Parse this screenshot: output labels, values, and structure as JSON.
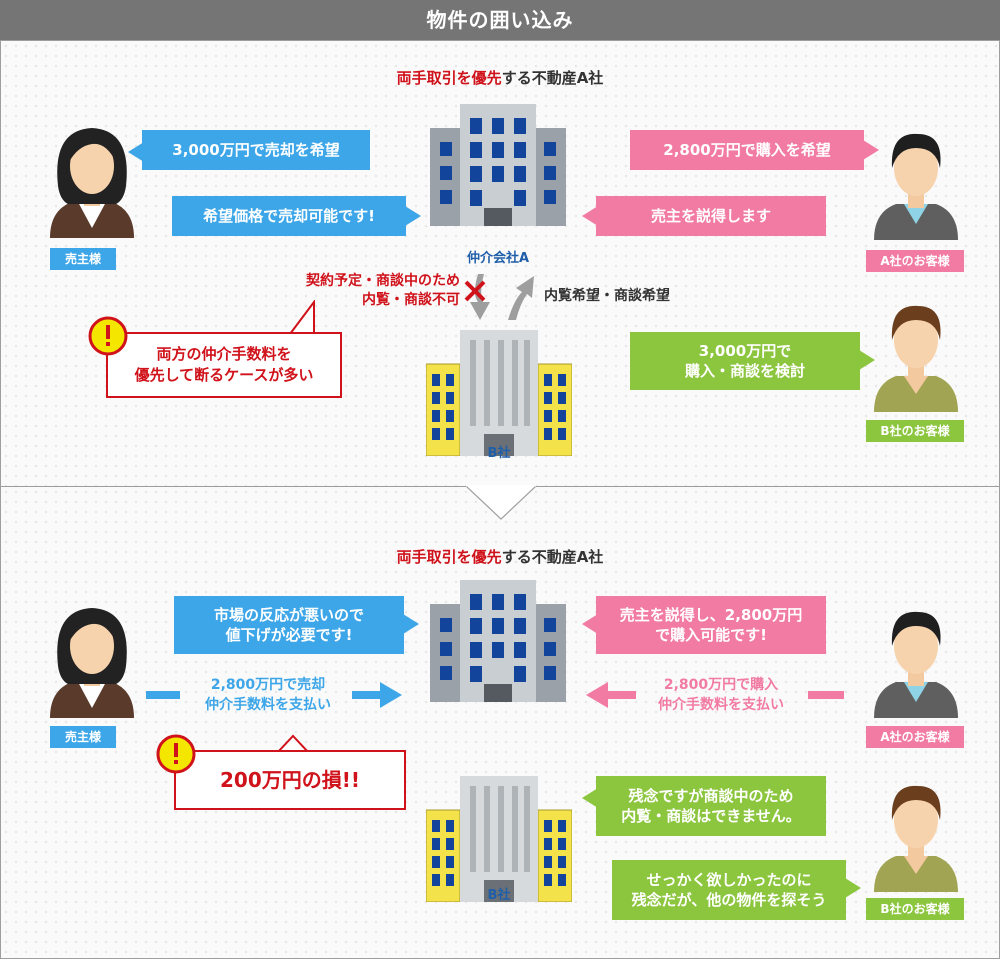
{
  "header": {
    "title": "物件の囲い込み"
  },
  "agency_title": {
    "highlight": "両手取引を優先",
    "rest": "する不動産A社"
  },
  "labels": {
    "seller": "売主様",
    "buyer_a": "A社のお客様",
    "buyer_b": "B社のお客様",
    "agency_a": "仲介会社A",
    "company_b": "B社"
  },
  "top": {
    "seller_bubble": "3,000万円で売却を希望",
    "agency_to_seller": "希望価格で売却可能です!",
    "buyer_a_bubble": "2,800万円で購入を希望",
    "agency_to_buyer": "売主を説得します",
    "refusal_line1": "契約予定・商談中のため",
    "refusal_line2": "内覧・商談不可",
    "request": "内覧希望・商談希望",
    "warning_line1": "両方の仲介手数料を",
    "warning_line2": "優先して断るケースが多い",
    "buyer_b_line1": "3,000万円で",
    "buyer_b_line2": "購入・商談を検討"
  },
  "bottom": {
    "agency_to_seller_line1": "市場の反応が悪いので",
    "agency_to_seller_line2": "値下げが必要です!",
    "agency_to_buyer_line1": "売主を説得し、2,800万円",
    "agency_to_buyer_line2": "で購入可能です!",
    "seller_flow_line1": "2,800万円で売却",
    "seller_flow_line2": "仲介手数料を支払い",
    "buyer_flow_line1": "2,800万円で購入",
    "buyer_flow_line2": "仲介手数料を支払い",
    "loss": "200万円の損!!",
    "b_reply_line1": "残念ですが商談中のため",
    "b_reply_line2": "内覧・商談はできません。",
    "b_buyer_line1": "せっかく欲しかったのに",
    "b_buyer_line2": "残念だが、他の物件を探そう"
  },
  "colors": {
    "blue": "#3da6e8",
    "pink": "#f27ba3",
    "green": "#8cc63f",
    "red": "#d0121b",
    "navy": "#1f4e99"
  }
}
